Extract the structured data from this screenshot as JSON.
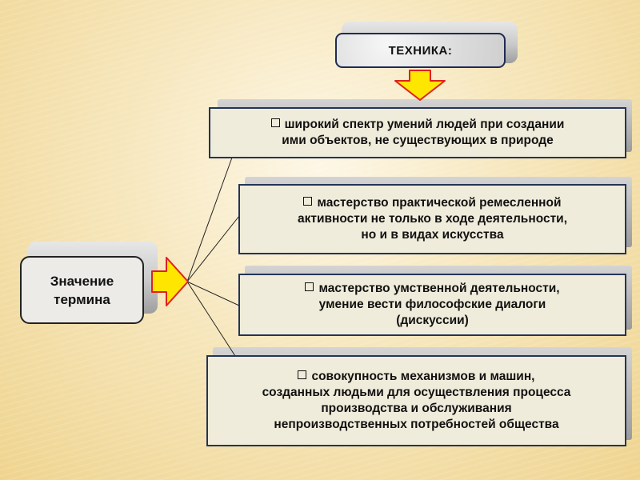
{
  "title": "ТЕХНИКА:",
  "term": {
    "line1": "Значение",
    "line2": "термина"
  },
  "items": [
    {
      "line1": "широкий спектр умений людей при создании",
      "line2": "ими объектов, не существующих в природе"
    },
    {
      "line1": "мастерство практической ремесленной",
      "line2": "активности не только в ходе деятельности,",
      "line3": "но и в видах искусства"
    },
    {
      "line1": "мастерство умственной деятельности,",
      "line2": "умение вести философские диалоги",
      "line3": "(дискуссии)"
    },
    {
      "line1": "совокупность механизмов и машин,",
      "line2": "созданных людьми для осуществления процесса",
      "line3": "производства и обслуживания",
      "line4": "непроизводственных потребностей общества"
    }
  ],
  "colors": {
    "arrow_fill": "#ffe600",
    "arrow_outline": "#e02020",
    "box_border": "#243457"
  }
}
